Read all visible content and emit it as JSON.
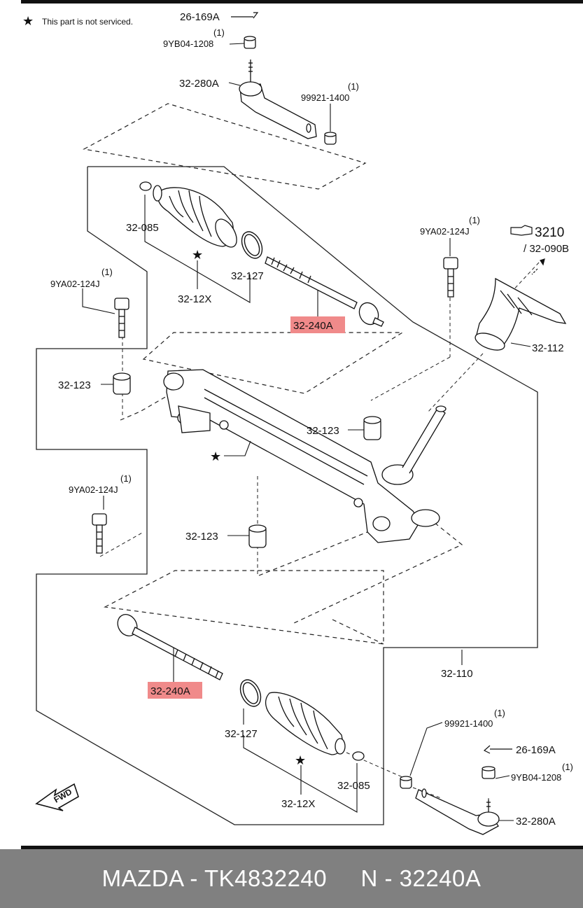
{
  "note": {
    "star": "★",
    "text": "This part is not serviced."
  },
  "labels": {
    "seal_top": "26-169A",
    "nut_top": "9YB04-1208",
    "nut_top_qty": "(1)",
    "tie_rod_end_top": "32-280A",
    "cotter_top": "99921-1400",
    "cotter_top_qty": "(1)",
    "clamp_top": "32-085",
    "boot_top": "32-12X",
    "band_top": "32-127",
    "tie_rod_top": "32-240A",
    "bolt_right": "9YA02-124J",
    "bolt_right_qty": "(1)",
    "ref_section": "3210",
    "ref_part": "/ 32-090B",
    "dust_boot": "32-112",
    "bolt_left_upper": "9YA02-124J",
    "bolt_left_upper_qty": "(1)",
    "bushing_left_upper": "32-123",
    "bushing_right": "32-123",
    "bolt_left_lower": "9YA02-124J",
    "bolt_left_lower_qty": "(1)",
    "bushing_left_lower": "32-123",
    "gear_assembly": "32-110",
    "tie_rod_bottom": "32-240A",
    "band_bottom": "32-127",
    "boot_bottom": "32-12X",
    "clamp_bottom": "32-085",
    "cotter_bottom": "99921-1400",
    "cotter_bottom_qty": "(1)",
    "seal_bottom": "26-169A",
    "nut_bottom": "9YB04-1208",
    "nut_bottom_qty": "(1)",
    "tie_rod_end_bottom": "32-280A",
    "fwd": "FWD",
    "star_boot_top": "★",
    "star_gear": "★",
    "star_boot_bottom": "★"
  },
  "colors": {
    "highlight": "#f08a8a",
    "footer_bg": "#808080",
    "footer_text": "#ffffff",
    "line": "#111111"
  },
  "footer": {
    "text": "MAZDA - TK4832240     N - 32240A"
  }
}
